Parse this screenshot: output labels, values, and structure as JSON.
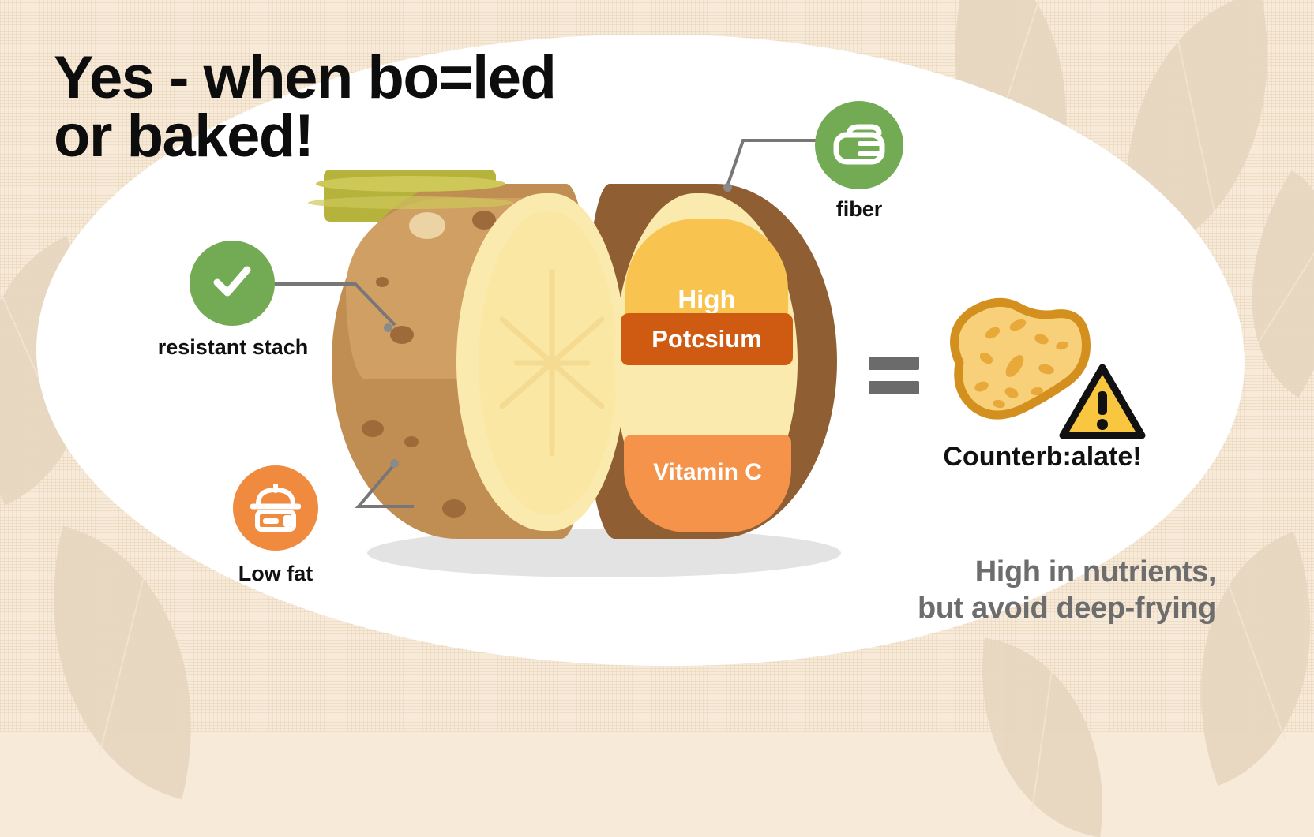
{
  "headline": "Yes - when bo=led\nor baked!",
  "callouts": [
    {
      "label": "resistant stach",
      "icon": "checkmark-leaf-icon",
      "color": "#73ab54"
    },
    {
      "label": "fiber",
      "icon": "fiber-basket-icon",
      "color": "#73ab54"
    },
    {
      "label": "Low fat",
      "icon": "covered-pot-icon",
      "color": "#f08a3f"
    }
  ],
  "potato_bands": [
    {
      "label": "High",
      "color": "#f8c34e"
    },
    {
      "label": "Potcsium",
      "color": "#cf5b12"
    },
    {
      "label": "",
      "color": "#b5b33c"
    },
    {
      "label": "Vitamin C",
      "color": "#f5934a"
    }
  ],
  "result": {
    "equals_symbol": "=",
    "potato_icon": "potato-icon",
    "warning_icon": "warning-triangle-icon",
    "label": "Counterb:alate!"
  },
  "tagline": "High in nutrients,\nbut avoid deep-frying",
  "colors": {
    "background": "#f7ead8",
    "blob": "#ffffff",
    "green": "#73ab54",
    "orange": "#f08a3f",
    "amber": "#f8c34e",
    "dark_orange": "#cf5b12",
    "olive": "#b5b33c",
    "vitamin_orange": "#f5934a",
    "skin_light": "#c08d52",
    "skin_dark": "#8f5e33",
    "flesh": "#fbeaae",
    "tagline_gray": "#6d6d6d"
  }
}
